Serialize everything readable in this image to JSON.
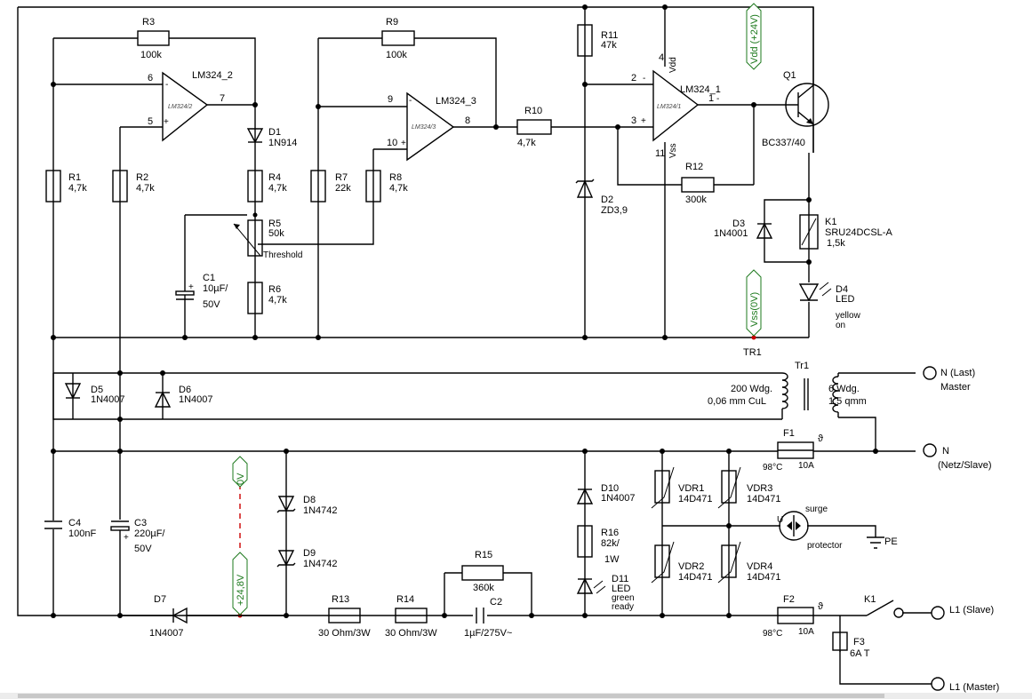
{
  "diagram": {
    "opamps": {
      "u2": {
        "name": "LM324_2",
        "inner": "LM324/2",
        "pin_minus": "6",
        "pin_plus": "5",
        "pin_out": "7"
      },
      "u3": {
        "name": "LM324_3",
        "inner": "LM324/3",
        "pin_minus": "9",
        "pin_plus": "10",
        "pin_out": "8"
      },
      "u1": {
        "name": "LM324_1",
        "inner": "LM324/1",
        "pin_minus": "2",
        "pin_plus": "3",
        "pin_out": "1",
        "pin_vdd": "4",
        "pin_vss": "11",
        "vdd": "Vdd",
        "vss": "Vss"
      }
    },
    "resistors": {
      "r1": {
        "name": "R1",
        "value": "4,7k"
      },
      "r2": {
        "name": "R2",
        "value": "4,7k"
      },
      "r3": {
        "name": "R3",
        "value": "100k"
      },
      "r4": {
        "name": "R4",
        "value": "4,7k"
      },
      "r5": {
        "name": "R5",
        "value": "50k",
        "extra": "Threshold"
      },
      "r6": {
        "name": "R6",
        "value": "4,7k"
      },
      "r7": {
        "name": "R7",
        "value": "22k"
      },
      "r8": {
        "name": "R8",
        "value": "4,7k"
      },
      "r9": {
        "name": "R9",
        "value": "100k"
      },
      "r10": {
        "name": "R10",
        "value": "4,7k"
      },
      "r11": {
        "name": "R11",
        "value": "47k"
      },
      "r12": {
        "name": "R12",
        "value": "300k"
      },
      "r13": {
        "name": "R13",
        "value": "30 Ohm/3W"
      },
      "r14": {
        "name": "R14",
        "value": "30 Ohm/3W"
      },
      "r15": {
        "name": "R15",
        "value": "360k"
      },
      "r16": {
        "name": "R16",
        "value": "82k/",
        "value2": "1W"
      }
    },
    "diodes": {
      "d1": {
        "name": "D1",
        "value": "1N914"
      },
      "d2": {
        "name": "D2",
        "value": "ZD3,9"
      },
      "d3": {
        "name": "D3",
        "value": "1N4001"
      },
      "d4": {
        "name": "D4",
        "value": "LED",
        "v2": "yellow",
        "v3": "on"
      },
      "d5": {
        "name": "D5",
        "value": "1N4007"
      },
      "d6": {
        "name": "D6",
        "value": "1N4007"
      },
      "d7": {
        "name": "D7",
        "value": "1N4007"
      },
      "d8": {
        "name": "D8",
        "value": "1N4742"
      },
      "d9": {
        "name": "D9",
        "value": "1N4742"
      },
      "d10": {
        "name": "D10",
        "value": "1N4007"
      },
      "d11": {
        "name": "D11",
        "value": "LED",
        "v2": "green",
        "v3": "ready"
      }
    },
    "caps": {
      "c1": {
        "name": "C1",
        "value": "10µF/",
        "value2": "50V"
      },
      "c2": {
        "name": "C2",
        "value": "1µF/275V~"
      },
      "c3": {
        "name": "C3",
        "value": "220µF/",
        "value2": "50V"
      },
      "c4": {
        "name": "C4",
        "value": "100nF"
      }
    },
    "vdrs": {
      "vdr1": {
        "name": "VDR1",
        "value": "14D471"
      },
      "vdr2": {
        "name": "VDR2",
        "value": "14D471"
      },
      "vdr3": {
        "name": "VDR3",
        "value": "14D471"
      },
      "vdr4": {
        "name": "VDR4",
        "value": "14D471"
      }
    },
    "fuses": {
      "f1": {
        "name": "F1",
        "temp": "98°C",
        "current": "10A",
        "theta": "ϑ"
      },
      "f2": {
        "name": "F2",
        "temp": "98°C",
        "current": "10A",
        "theta": "ϑ"
      },
      "f3": {
        "name": "F3",
        "value": "6A T"
      }
    },
    "transistor": {
      "name": "Q1",
      "value": "BC337/40"
    },
    "relay": {
      "name": "K1",
      "value": "SRU24DCSL-A",
      "value2": "1,5k",
      "contact": "K1"
    },
    "transformer": {
      "name": "Tr1",
      "primary1": "200 Wdg.",
      "primary2": "0,06 mm CuL",
      "secondary1": "6 Wdg.",
      "secondary2": "1,5 qmm"
    },
    "labels": {
      "vdd": "Vdd (+24V)",
      "vss": "Vss(0V)",
      "tr1": "TR1",
      "zero": "0V",
      "p248": "+24,8V",
      "surge1": "surge",
      "surge2": "protector",
      "pe": "PE"
    },
    "terminals": {
      "n_last": "N (Last)",
      "n_last2": "Master",
      "n_netz": "N",
      "n_netz2": "(Netz/Slave)",
      "l1_slave": "L1 (Slave)",
      "l1_master": "L1 (Master)"
    },
    "colors": {
      "wire": "#000000",
      "net_label": "#1e7a1e",
      "node_marker": "#cc0000",
      "scrollbar": "#ececec"
    }
  }
}
